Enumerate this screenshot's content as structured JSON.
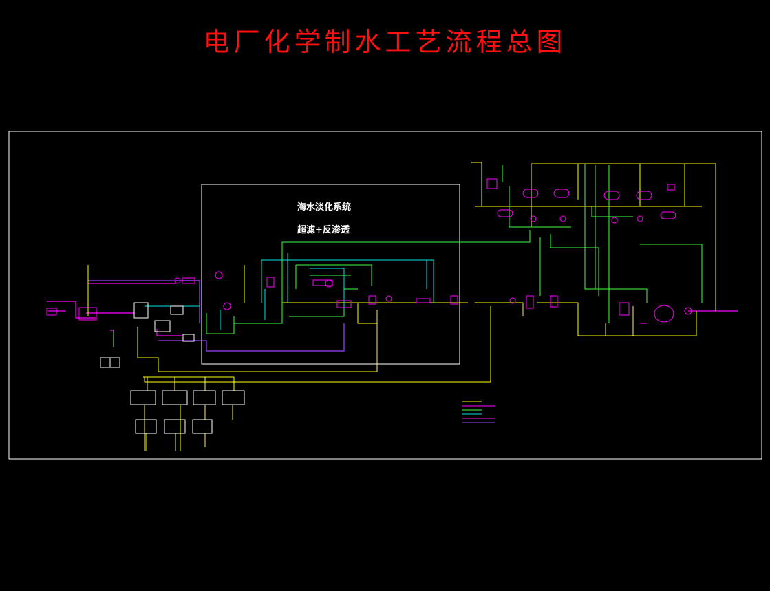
{
  "title": "电厂化学制水工艺流程总图",
  "subsystem": {
    "name": "海水淡化系统",
    "process": "超滤+反渗透"
  },
  "colors": {
    "background": "#000000",
    "title": "#ff1010",
    "frame": "#ffffff",
    "pipe_yellow": "#ffff00",
    "pipe_green": "#40ff40",
    "pipe_cyan": "#00e5e5",
    "pipe_magenta": "#ff00ff",
    "pipe_purple": "#a040ff"
  }
}
